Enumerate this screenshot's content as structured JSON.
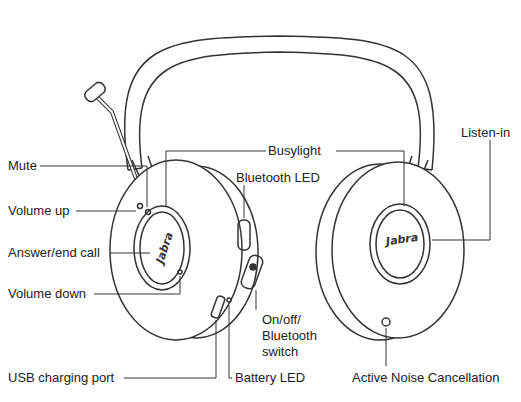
{
  "diagram": {
    "labels": [
      "Busylight",
      "Bluetooth LED",
      "Listen-in",
      "Mute",
      "Volume up",
      "Answer/end call",
      "Volume down",
      "On/off/ Bluetooth switch",
      "USB charging port",
      "Battery LED",
      "Active Noise Cancellation",
      "Jabra",
      "Jabra"
    ]
  }
}
